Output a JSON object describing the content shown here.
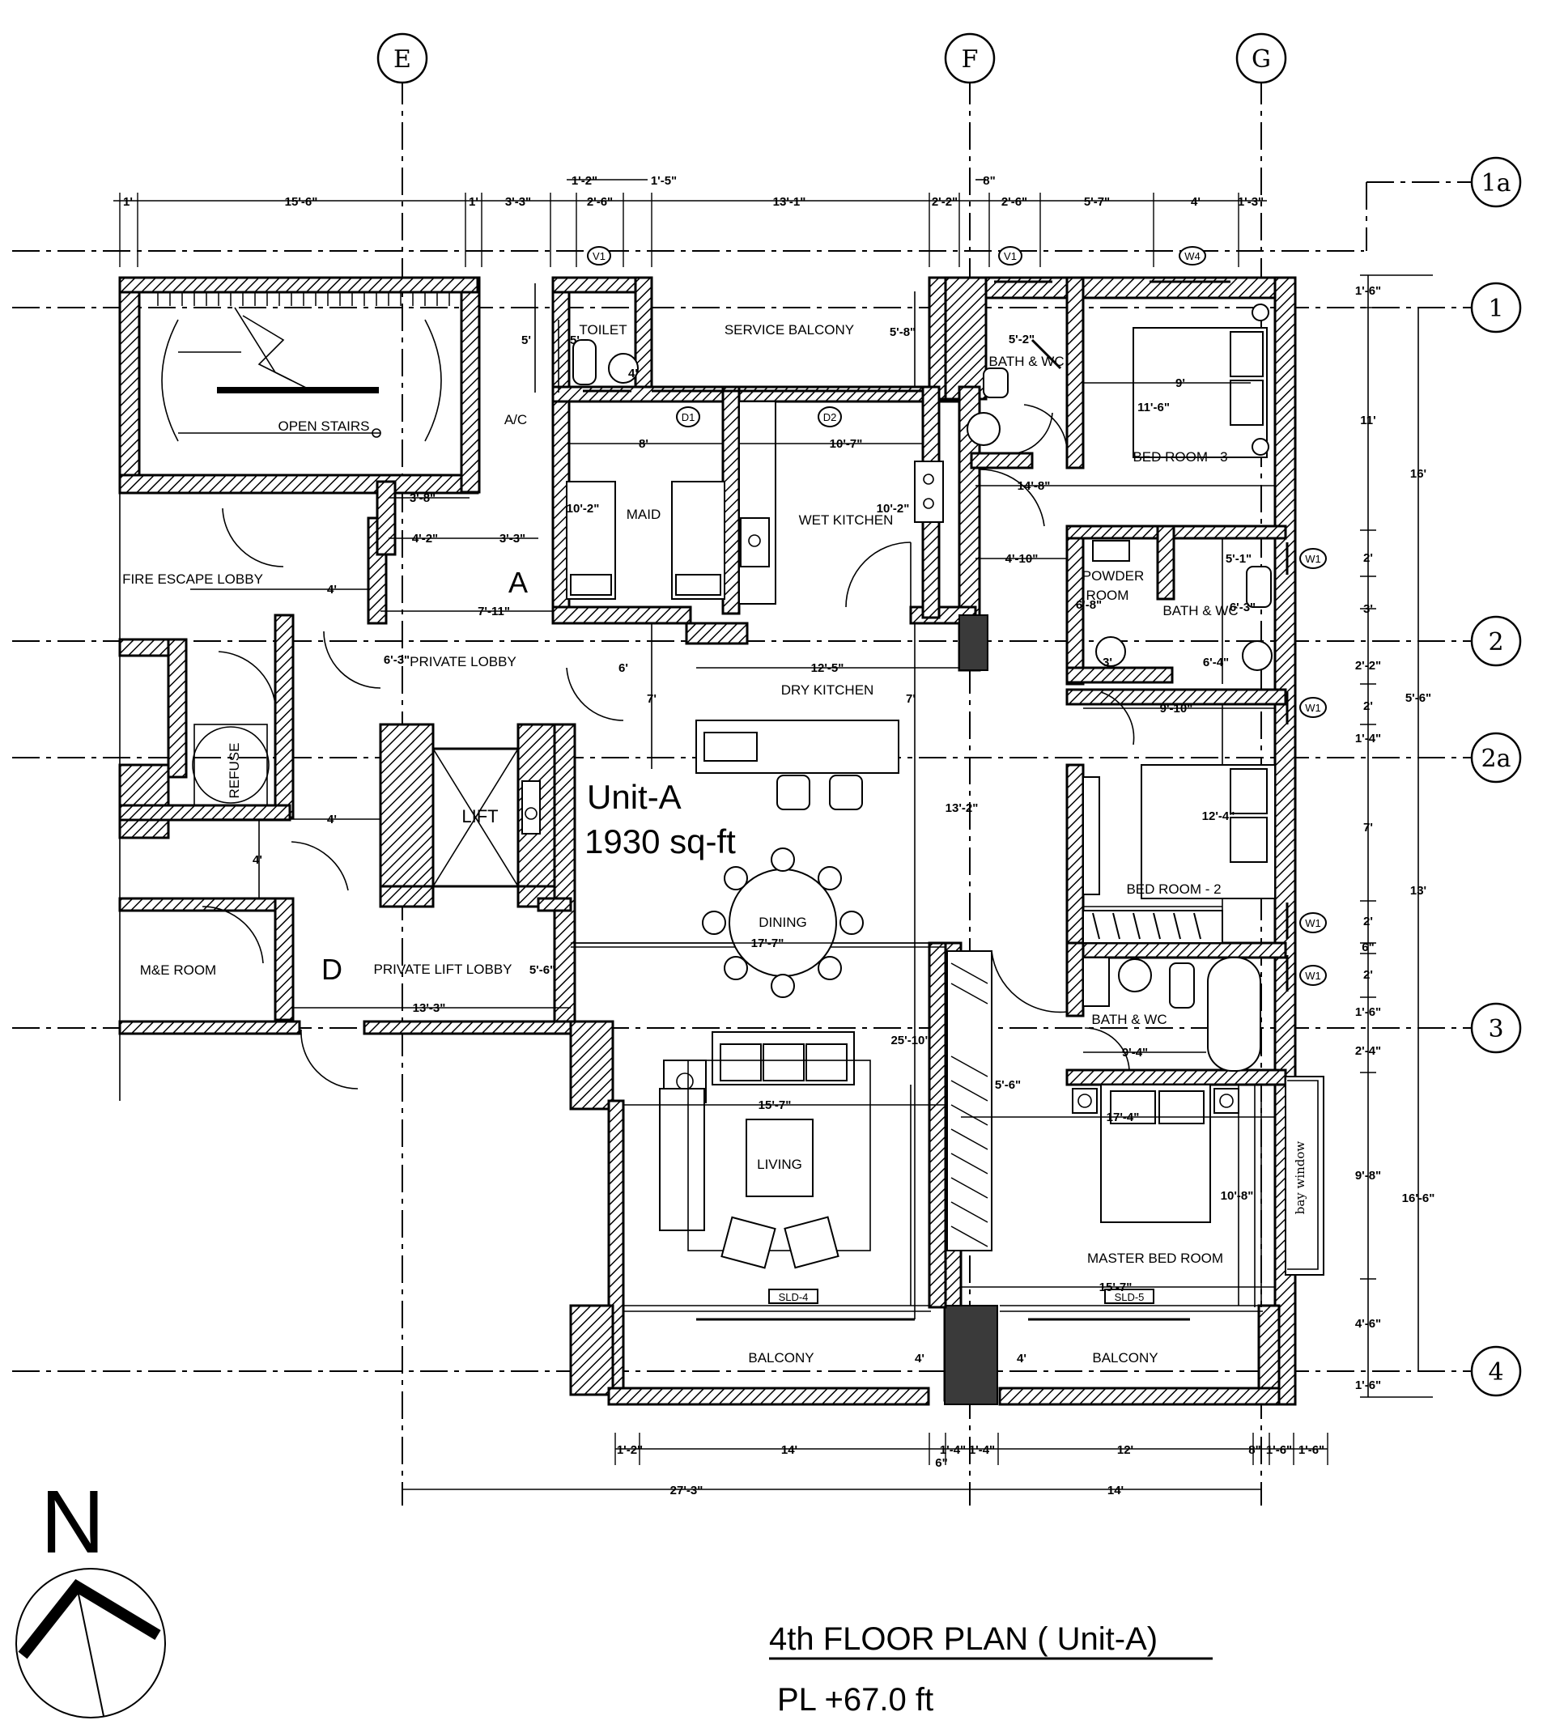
{
  "grid": {
    "columns": [
      "E",
      "F",
      "G"
    ],
    "rows": [
      "1a",
      "1",
      "2",
      "2a",
      "3",
      "4"
    ]
  },
  "rooms": {
    "toilet": "TOILET",
    "service_balcony": "SERVICE BALCONY",
    "bath_wc_top": "BATH & WC",
    "bedroom_3": "BED ROOM - 3",
    "open_stairs": "OPEN STAIRS",
    "ac": "A/C",
    "maid": "MAID",
    "wet_kitchen": "WET KITCHEN",
    "fire_escape_lobby": "FIRE ESCAPE LOBBY",
    "powder_room_1": "POWDER",
    "powder_room_2": "ROOM",
    "bath_wc_mid": "BATH & WC",
    "private_lobby": "PRIVATE LOBBY",
    "dry_kitchen": "DRY KITCHEN",
    "refuse": "REFUSE",
    "lift": "LIFT",
    "bedroom_2": "BED ROOM - 2",
    "dining": "DINING",
    "me_room": "M&E ROOM",
    "private_lift_lobby": "PRIVATE LIFT LOBBY",
    "bath_wc_low": "BATH & WC",
    "living": "LIVING",
    "master_bedroom": "MASTER BED ROOM",
    "bay_window": "bay window",
    "balcony_left": "BALCONY",
    "balcony_right": "BALCONY"
  },
  "markers": {
    "a": "A",
    "d": "D"
  },
  "unit": {
    "name": "Unit-A",
    "area": "1930 sq-ft"
  },
  "tags": {
    "v1_a": "V1",
    "v1_b": "V1",
    "w4": "W4",
    "d1": "D1",
    "d2": "D2",
    "w1_a": "W1",
    "w1_b": "W1",
    "w1_c": "W1",
    "w1_d": "W1",
    "sld4": "SLD-4",
    "sld5": "SLD-5"
  },
  "dims_top": {
    "d1": "1'",
    "d2": "15'-6\"",
    "d3": "1'",
    "d4": "3'-3\"",
    "d5": "2'-6\"",
    "d6": "13'-1\"",
    "d7": "2'-2\"",
    "d8": "2'-6\"",
    "d9": "5'-7\"",
    "d10": "4'",
    "d11": "1'-3\"",
    "u1": "1'-2\"",
    "u2": "1'-5\"",
    "u3": "8\""
  },
  "dims_right": {
    "r1": "1'-6\"",
    "r2": "11'",
    "r3": "2'",
    "r4": "3'",
    "r5": "2'-2\"",
    "r6": "2'",
    "r7": "1'-4\"",
    "r8": "7'",
    "r9": "2'",
    "r10": "6\"",
    "r11": "2'",
    "r12": "1'-6\"",
    "r13": "2'-4\"",
    "r14": "9'-8\"",
    "r15": "4'-6\"",
    "r16": "1'-6\"",
    "o1": "16'",
    "o2": "5'-6\"",
    "o3": "13'",
    "o4": "16'-6\""
  },
  "dims_bottom": {
    "b1": "1'-2\"",
    "b2": "14'",
    "b3": "1'-4\"",
    "b4": "1'-4\"",
    "b5": "12'",
    "b6": "8\"",
    "b7": "1'-6\"",
    "b8": "1'-6\"",
    "b9": "6\"",
    "t1": "27'-3\"",
    "t2": "14'"
  },
  "dims_interior": {
    "i1": "5'",
    "i2": "5'",
    "i3": "4'",
    "i4": "5'-8\"",
    "i5": "5'-2\"",
    "i6": "9'",
    "i7": "11'-6\"",
    "i8": "8'",
    "i9": "10'-7\"",
    "i10": "10'-2\"",
    "i11": "10'-2\"",
    "i12": "3'-8\"",
    "i13": "4'-2\"",
    "i14": "3'-3\"",
    "i15": "4'",
    "i16": "7'-11\"",
    "i17": "6'-3\"",
    "i18": "6'",
    "i19": "12'-5\"",
    "i20": "7'",
    "i21": "7'",
    "i22": "14'-8\"",
    "i23": "4'-10\"",
    "i24": "6'-8\"",
    "i25": "5'-1\"",
    "i26": "6'-3\"",
    "i27": "3'",
    "i28": "6'-4\"",
    "i29": "9'-10\"",
    "i30": "12'-4\"",
    "i31": "13'-2\"",
    "i32": "4'",
    "i33": "4'",
    "i34": "17'-7\"",
    "i35": "5'-6\"",
    "i36": "13'-3\"",
    "i37": "25'-10\"",
    "i38": "9'-4\"",
    "i39": "5'-6\"",
    "i40": "15'-7\"",
    "i41": "17'-4\"",
    "i42": "10'-8\"",
    "i43": "15'-7\"",
    "i44": "4'",
    "i45": "4'"
  },
  "title": {
    "main": "4th FLOOR PLAN ( Unit-A)",
    "level": "PL +67.0 ft"
  },
  "north": {
    "label": "N"
  }
}
